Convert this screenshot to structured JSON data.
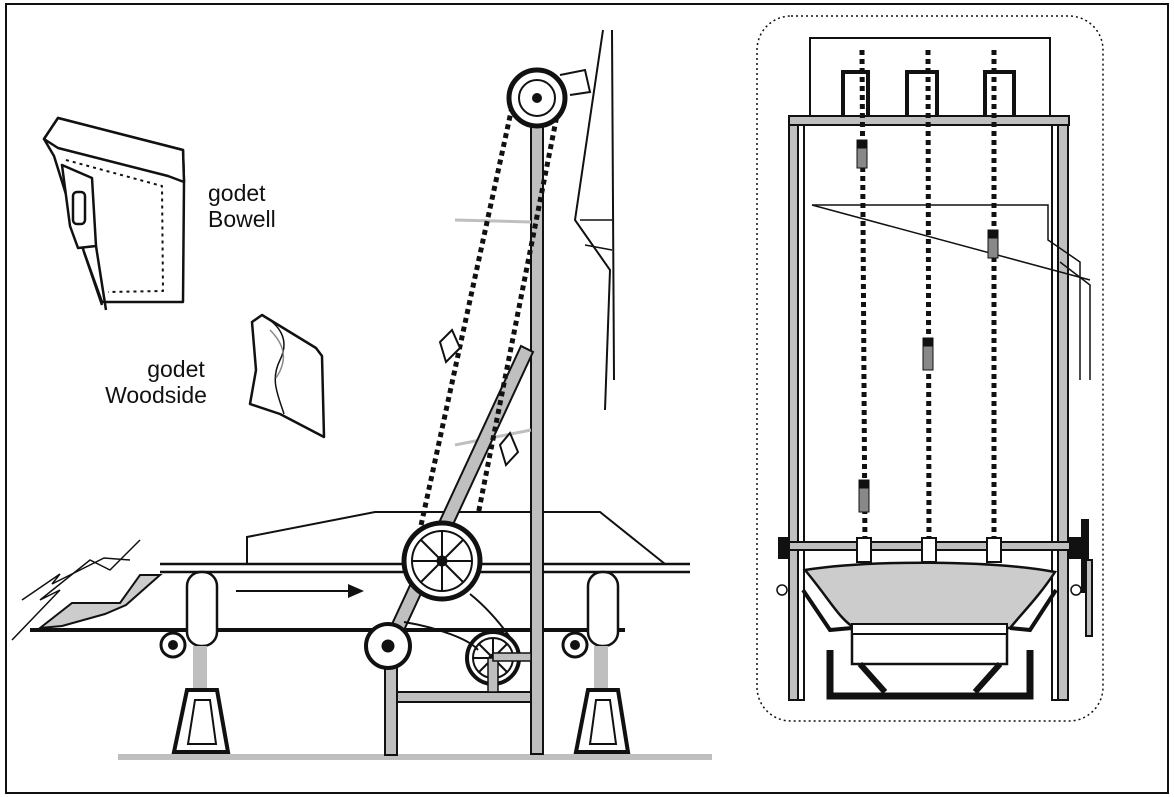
{
  "labels": {
    "bowell": {
      "line1": "godet",
      "line2": "Bowell"
    },
    "woodside": {
      "line1": "godet",
      "line2": "Woodside"
    }
  },
  "colors": {
    "ink": "#111111",
    "grey_fill": "#cccccc",
    "light_grey": "#bfbfbf"
  }
}
